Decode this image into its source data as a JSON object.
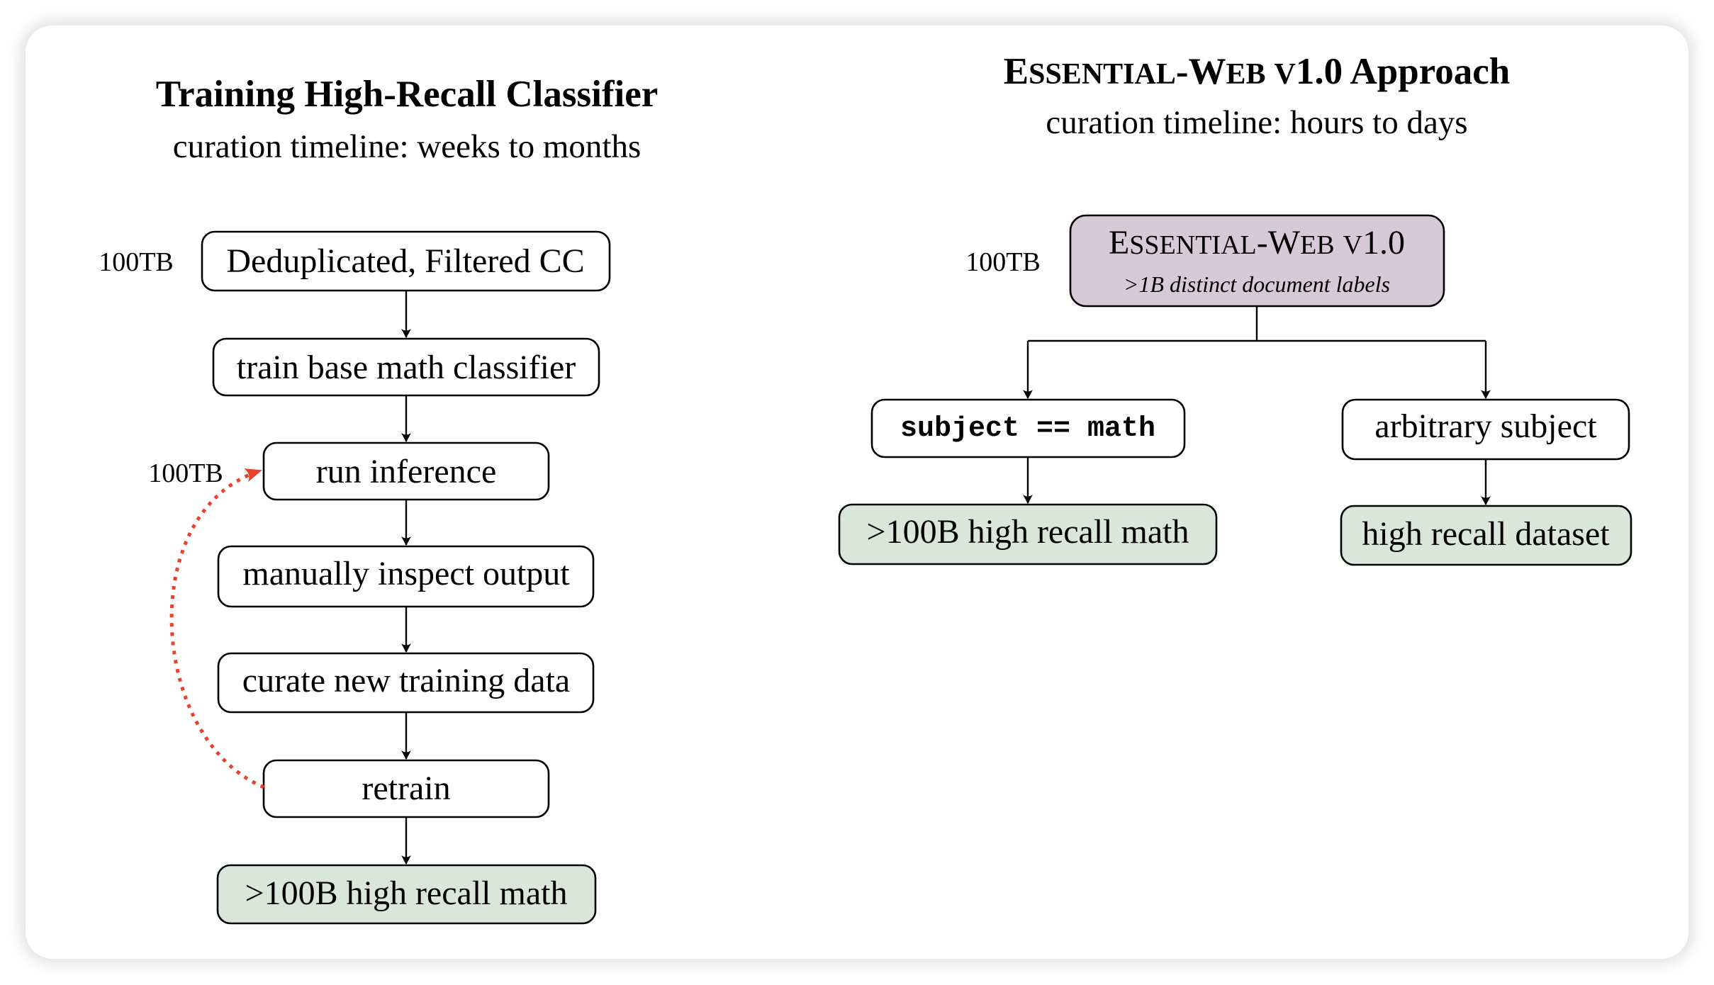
{
  "left_panel": {
    "title": "Training High-Recall Classifier",
    "subtitle": "curation timeline: weeks to months",
    "size_labels": [
      "100TB",
      "100TB"
    ],
    "steps": [
      {
        "label": "Deduplicated, Filtered CC",
        "style": "plain"
      },
      {
        "label": "train base math classifier",
        "style": "plain"
      },
      {
        "label": "run inference",
        "style": "plain"
      },
      {
        "label": "manually inspect output",
        "style": "plain"
      },
      {
        "label": "curate new training data",
        "style": "plain"
      },
      {
        "label": "retrain",
        "style": "plain"
      },
      {
        "label": ">100B high recall math",
        "style": "output"
      }
    ],
    "loop": {
      "from": "retrain",
      "to": "run inference",
      "style": "dotted",
      "color": "#e8412c"
    }
  },
  "right_panel": {
    "title_smallcaps": {
      "E": "E",
      "ssential": "SSENTIAL",
      "dash": "-",
      "W": "W",
      "eb": "EB",
      "v": "V",
      "rest": "1.0 Approach"
    },
    "title_text": "Essential-Web v1.0 Approach",
    "subtitle": "curation timeline: hours to days",
    "size_label": "100TB",
    "root": {
      "name_text": "Essential-Web v1.0",
      "name_parts": {
        "E": "E",
        "ssential": "SSENTIAL",
        "dash": "-",
        "W": "W",
        "eb": "EB",
        "v": "V",
        "ver": "1.0"
      },
      "caption": ">1B distinct document labels"
    },
    "branches": [
      {
        "filter": "subject == math",
        "filter_style": "code",
        "result": ">100B high recall math"
      },
      {
        "filter": "arbitrary subject",
        "filter_style": "plain",
        "result": "high recall dataset"
      }
    ]
  },
  "colors": {
    "output_fill": "#d9e7da",
    "source_fill": "#d8c9d9",
    "loop_arrow": "#e8412c",
    "stroke": "#000000"
  }
}
